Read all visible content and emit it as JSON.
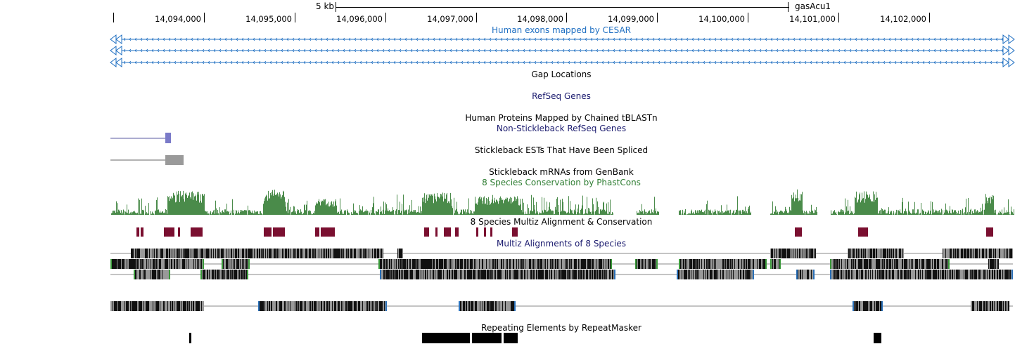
{
  "scale": {
    "label": "5 kb",
    "assembly": "gasAcu1"
  },
  "ruler": {
    "ticks": [
      "14,094,000",
      "14,095,000",
      "14,096,000",
      "14,097,000",
      "14,098,000",
      "14,099,000",
      "14,100,000",
      "14,101,000",
      "14,102,000"
    ]
  },
  "tracks": {
    "cesar": "Human exons mapped by CESAR",
    "gap": "Gap Locations",
    "refseq": "RefSeq Genes",
    "tblastn": "Human Proteins Mapped by Chained tBLASTn",
    "xeno_refseq": "Non-Stickleback RefSeq Genes",
    "spliced_ests": "Stickleback ESTs That Have Been Spliced",
    "mrnas": "Stickleback mRNAs from GenBank",
    "phastcons": "8 Species Conservation by PhastCons",
    "multiz_cons": "8 Species Multiz Alignment & Conservation",
    "multiz_align": "Multiz Alignments of 8 Species",
    "repeatmasker": "Repeating Elements by RepeatMasker"
  },
  "colors": {
    "cesar": "#1f6fc2",
    "track_title_dark": "#1a1a6e",
    "track_title_green": "#2e7d32",
    "phastcons": "#4a8b4a",
    "conserved_elements": "#7a0f30",
    "xeno_refseq_feature": "#7a7ac8",
    "mrna_feature": "#9a9a9a",
    "align_dark": "#111111",
    "align_green": "#3a9a3a",
    "align_blue": "#2a70b8",
    "repeat": "#000000"
  }
}
